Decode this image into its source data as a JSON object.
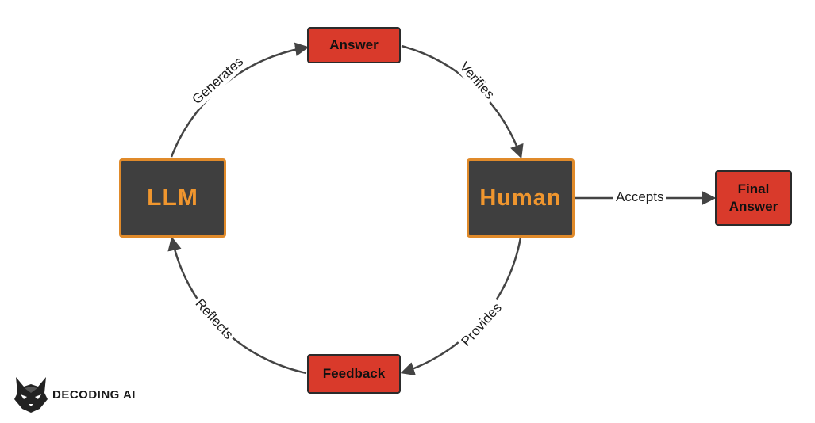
{
  "nodes": {
    "llm": "LLM",
    "human": "Human",
    "answer": "Answer",
    "feedback": "Feedback",
    "final_answer_line1": "Final",
    "final_answer_line2": "Answer"
  },
  "edges": {
    "generates": "Generates",
    "verifies": "Verifies",
    "provides": "Provides",
    "reflects": "Reflects",
    "accepts": "Accepts"
  },
  "logo": {
    "text": "DECODING AI",
    "icon": "cat-head-icon"
  },
  "colors": {
    "dark_node_fill": "#3f3f3f",
    "dark_node_border": "#e08a2a",
    "dark_node_text": "#f0962e",
    "red_node_fill": "#d93a2b",
    "arrow": "#444444"
  }
}
